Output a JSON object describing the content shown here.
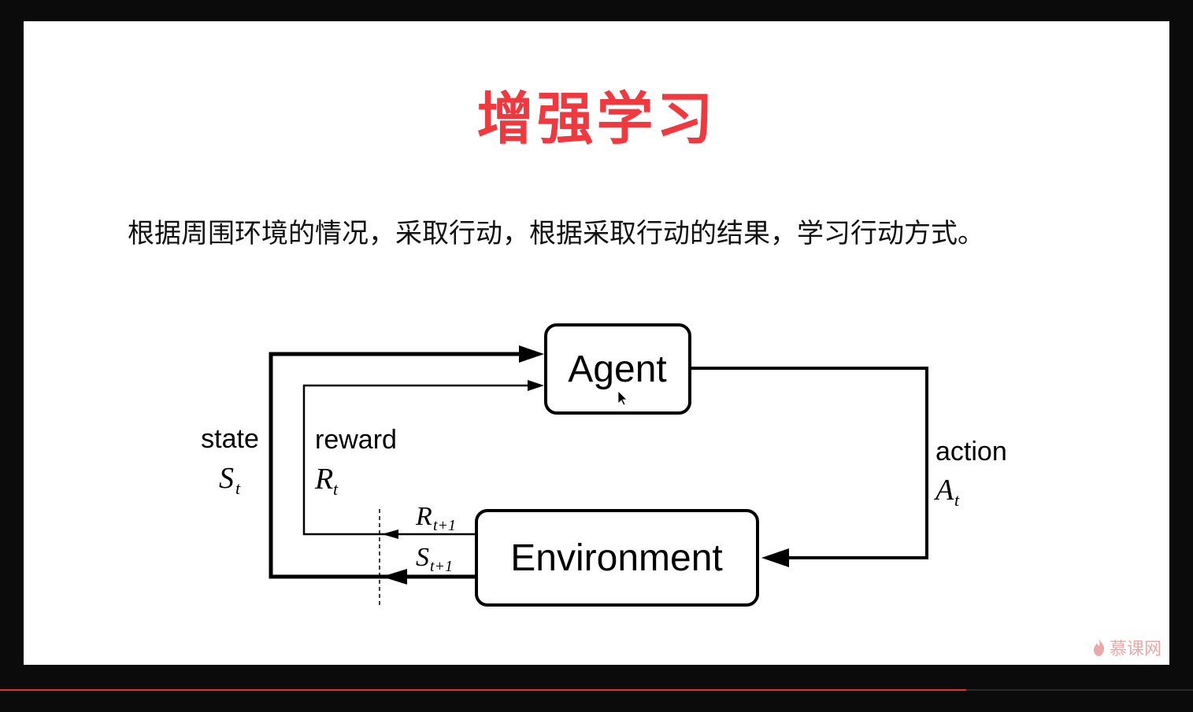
{
  "slide": {
    "title": "增强学习",
    "subtitle": "根据周围环境的情况，采取行动，根据采取行动的结果，学习行动方式。"
  },
  "diagram": {
    "agent_label": "Agent",
    "environment_label": "Environment",
    "state_label": "state",
    "state_symbol": "S",
    "state_subscript": "t",
    "reward_label": "reward",
    "reward_symbol": "R",
    "reward_subscript": "t",
    "action_label": "action",
    "action_symbol": "A",
    "action_subscript": "t",
    "next_reward_symbol": "R",
    "next_reward_subscript": "t+1",
    "next_state_symbol": "S",
    "next_state_subscript": "t+1"
  },
  "watermark": {
    "text": "慕课网",
    "icon": "flame-icon"
  },
  "player": {
    "progress_fraction": 0.81
  },
  "colors": {
    "title": "#f0383f",
    "progress": "#e3312a",
    "watermark": "#e9a9a9"
  }
}
